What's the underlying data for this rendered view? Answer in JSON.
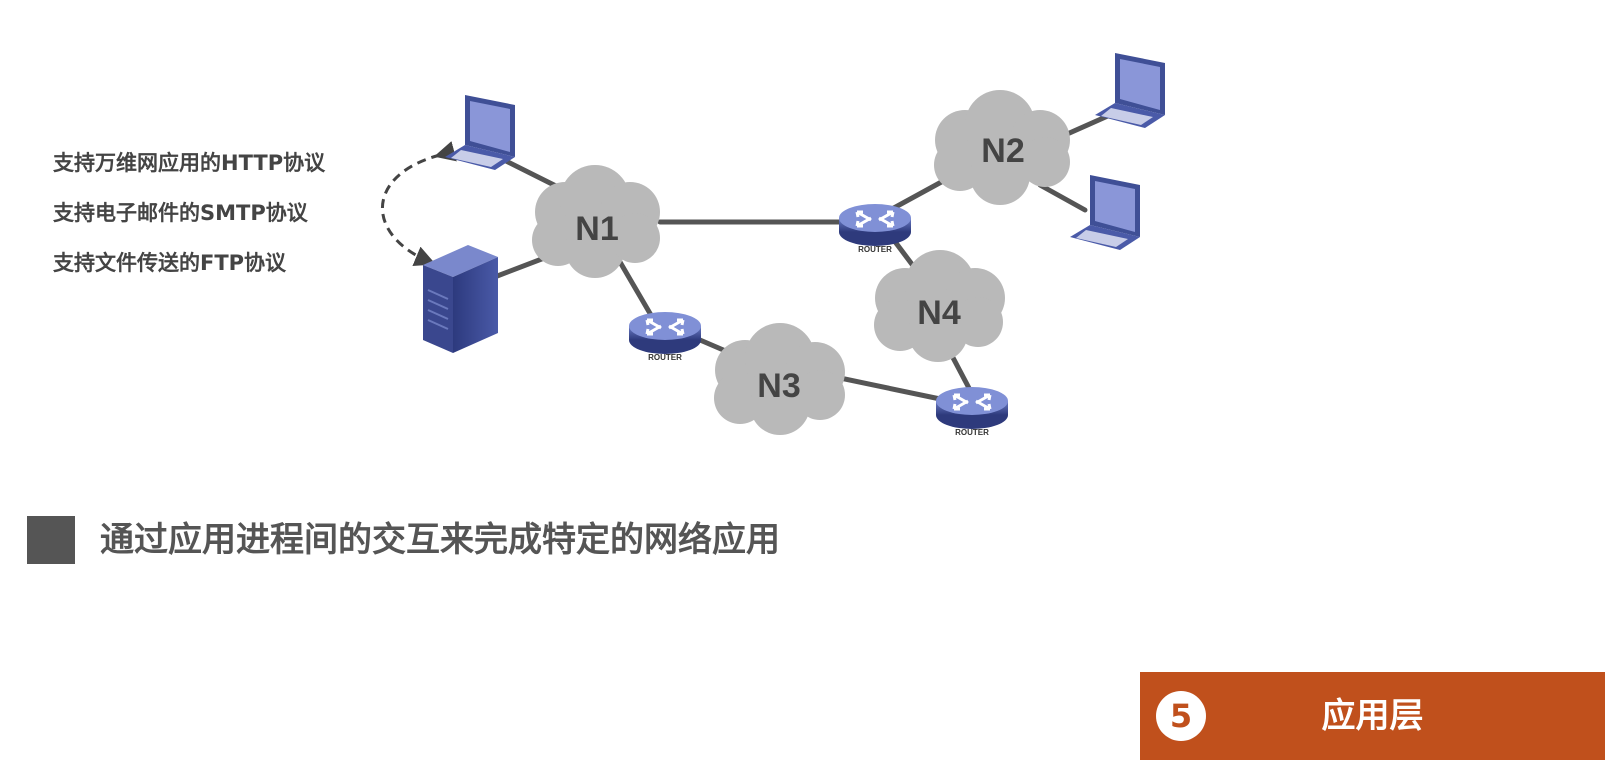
{
  "diagram": {
    "networks": [
      {
        "id": "n1",
        "label": "N1"
      },
      {
        "id": "n2",
        "label": "N2"
      },
      {
        "id": "n3",
        "label": "N3"
      },
      {
        "id": "n4",
        "label": "N4"
      }
    ],
    "router_label": "ROUTER",
    "protocols": [
      "支持万维网应用的HTTP协议",
      "支持电子邮件的SMTP协议",
      "支持文件传送的FTP协议"
    ]
  },
  "description": "通过应用进程间的交互来完成特定的网络应用",
  "layer": {
    "number": "5",
    "name": "应用层"
  },
  "colors": {
    "cloud": "#b9b9b9",
    "link": "#555555",
    "device_blue": "#3f4f96",
    "accent": "#c0501c"
  }
}
